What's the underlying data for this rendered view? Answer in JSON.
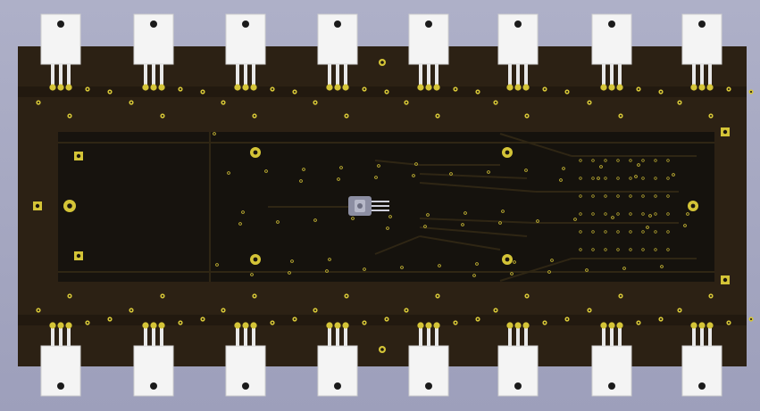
{
  "view": {
    "background_top": "#aeb0c8",
    "background_bottom": "#9d9fbb"
  },
  "board": {
    "substrate_color": "#2c2114",
    "copper_fill_color": "#15120d",
    "mask_edge_color": "#3b2c18",
    "trace_color": "#2f2614",
    "pad_gold": "#d4c437",
    "pad_gold_dark": "#8c7f1c",
    "pad_hole_color": "#1a1510"
  },
  "transistors": {
    "count_top": 8,
    "count_bottom": 8,
    "body_color": "#f4f4f4",
    "leg_color": "#e8e8e8",
    "package": "TO-3P"
  },
  "center_component": {
    "body_color": "#8c8ea2",
    "lead_color": "#cfd0dc"
  },
  "mounting_holes": {
    "count": 6
  }
}
